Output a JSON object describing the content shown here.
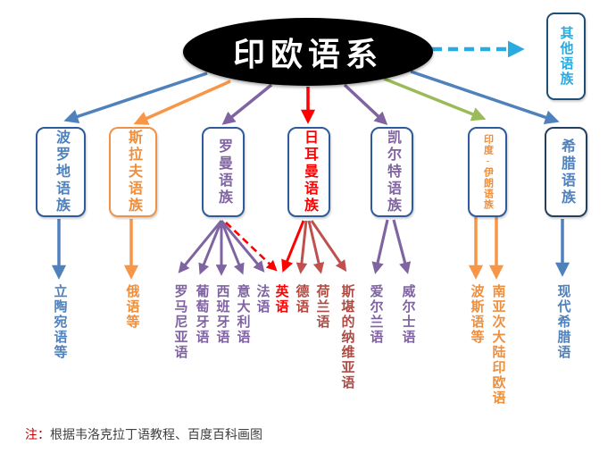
{
  "root": {
    "label": "印欧语系"
  },
  "other": {
    "label": "其他语族"
  },
  "families": [
    {
      "label": "波罗地语族",
      "color": "#4f81bd"
    },
    {
      "label": "斯拉夫语族",
      "color": "#f79646"
    },
    {
      "label": "罗曼语族",
      "color": "#8064a2"
    },
    {
      "label": "日耳曼语族",
      "color": "#ff0000"
    },
    {
      "label": "凯尔特语族",
      "color": "#8064a2"
    },
    {
      "label": "印度-伊朗语族",
      "color": "#f79646"
    },
    {
      "label": "希腊语族",
      "color": "#4f81bd"
    }
  ],
  "languages": [
    {
      "label": "立陶宛语等",
      "family": "波罗地语族",
      "color": "#4f81bd"
    },
    {
      "label": "俄语等",
      "family": "斯拉夫语族",
      "color": "#ee8f3e"
    },
    {
      "label": "罗马尼亚语",
      "family": "罗曼语族",
      "color": "#8064a2"
    },
    {
      "label": "葡萄牙语",
      "family": "罗曼语族",
      "color": "#8064a2"
    },
    {
      "label": "西班牙语",
      "family": "罗曼语族",
      "color": "#8064a2"
    },
    {
      "label": "意大利语",
      "family": "罗曼语族",
      "color": "#8064a2"
    },
    {
      "label": "法语",
      "family": "罗曼语族",
      "color": "#8064a2"
    },
    {
      "label": "英语",
      "family": "日耳曼语族",
      "color": "#ff0000"
    },
    {
      "label": "德语",
      "family": "日耳曼语族",
      "color": "#b04a43"
    },
    {
      "label": "荷兰语",
      "family": "日耳曼语族",
      "color": "#b04a43"
    },
    {
      "label": "斯堪的纳维亚语",
      "family": "日耳曼语族",
      "color": "#b04a43"
    },
    {
      "label": "爱尔兰语",
      "family": "凯尔特语族",
      "color": "#8064a2"
    },
    {
      "label": "威尔士语",
      "family": "凯尔特语族",
      "color": "#8064a2"
    },
    {
      "label": "波斯语等",
      "family": "印度-伊朗语族",
      "color": "#ee8f3e"
    },
    {
      "label": "南亚次大陆印欧语",
      "family": "印度-伊朗语族",
      "color": "#ee8f3e"
    },
    {
      "label": "现代希腊语",
      "family": "希腊语族",
      "color": "#4f81bd"
    }
  ],
  "borrow_link": {
    "from": "罗曼语族",
    "to": "英语",
    "style": "red-dashed"
  },
  "other_link": {
    "from": "印欧语系",
    "to": "其他语族",
    "style": "cyan-dashed"
  },
  "note": {
    "marker": "注：",
    "text": "根据韦洛克拉丁语教程、百度百科画图"
  },
  "palette": {
    "root_fill": "#000000",
    "root_text": "#ffffff",
    "blue": "#4f81bd",
    "orange": "#f79646",
    "purple": "#8064a2",
    "red": "#ff0000",
    "dark_red": "#b04a43",
    "green": "#9bbb59",
    "cyan": "#29abe2",
    "box_border": "#2e5b9b"
  }
}
